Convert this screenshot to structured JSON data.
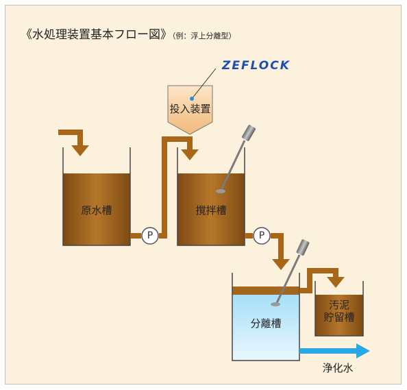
{
  "title": {
    "main": "《水処理装置基本フロー図》",
    "sub": "（例：浮上分離型）"
  },
  "brand": "ZEFLOCK",
  "tanks": {
    "raw": "原水槽",
    "mixing": "撹拌槽",
    "separation": "分離槽",
    "sludge_line1": "汚泥",
    "sludge_line2": "貯留槽"
  },
  "dosing": "投入装置",
  "pump_label": "P",
  "output": "浄化水",
  "colors": {
    "pipe": "#a86718",
    "water_brown": "#a3661f",
    "clear_water": "#6cc6ee",
    "frame_bg": "#fbf1dd",
    "arrow_blue": "#29a8e4",
    "brand_blue": "#1d4fb0"
  }
}
